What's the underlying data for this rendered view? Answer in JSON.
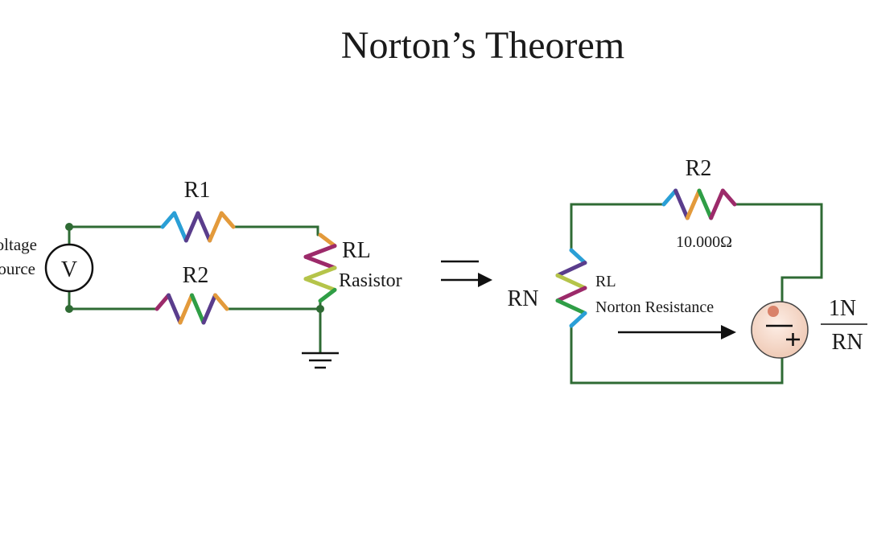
{
  "title": "Norton’s Theorem",
  "left_circuit": {
    "source_label_line1": "Voltage",
    "source_label_line2": "Source",
    "source_symbol": "V",
    "r1_label": "R1",
    "r2_label": "R2",
    "rl_label": "RL",
    "rl_sublabel": "Rasistor"
  },
  "equivalence_symbol": "equals-arrow",
  "right_circuit": {
    "r2_label": "R2",
    "r2_value": "10.000Ω",
    "rn_label": "RN",
    "rl_label": "RL",
    "rl_sublabel": "Norton Resistance",
    "fraction_numerator": "1N",
    "fraction_denominator": "RN"
  },
  "colors": {
    "wire": "#2f6b34",
    "resistor_stripes": [
      "#2a9fd6",
      "#5a3d8c",
      "#e39a3b",
      "#2f9e46",
      "#9c2a6a",
      "#b5c44a"
    ],
    "current_source_fill": "#f6dccc"
  }
}
